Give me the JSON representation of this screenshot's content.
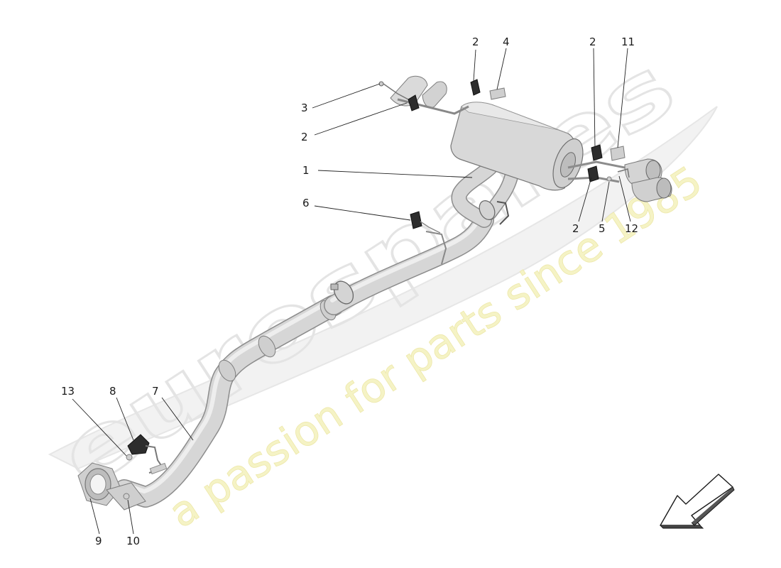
{
  "watermark": {
    "brand": "eurospares",
    "tagline": "a passion for parts since 1985"
  },
  "callouts": [
    "1",
    "2",
    "2",
    "2",
    "2",
    "3",
    "4",
    "5",
    "6",
    "7",
    "8",
    "9",
    "10",
    "11",
    "12",
    "13"
  ],
  "labels": {
    "l1": "1",
    "l2a": "2",
    "l2b": "2",
    "l2c": "2",
    "l2d": "2",
    "l3": "3",
    "l4": "4",
    "l5": "5",
    "l6": "6",
    "l7": "7",
    "l8": "8",
    "l9": "9",
    "l10": "10",
    "l11": "11",
    "l12": "12",
    "l13": "13"
  },
  "colors": {
    "pipe": "#d6d6d6",
    "outline": "#8c8c8c",
    "rubber_mount": "#2d2d2d",
    "watermark_yellow": "#f4f0b0",
    "watermark_grey": "#e6e6e6"
  },
  "icons": [
    "direction-arrow-icon"
  ]
}
